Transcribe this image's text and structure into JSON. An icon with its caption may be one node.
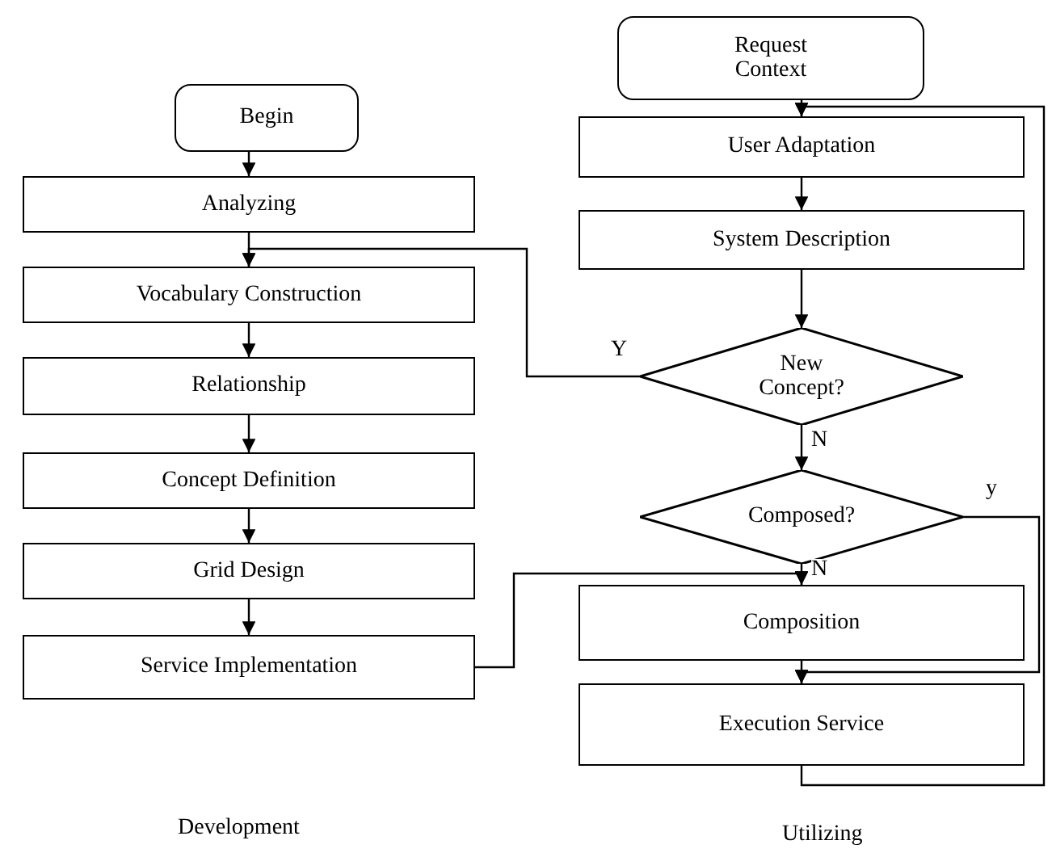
{
  "diagram": {
    "nodes": [
      {
        "text": [
          "Begin"
        ]
      },
      {
        "text": [
          "Analyzing"
        ]
      },
      {
        "text": [
          "Vocabulary Construction"
        ]
      },
      {
        "text": [
          "Relationship"
        ]
      },
      {
        "text": [
          "Concept Definition"
        ]
      },
      {
        "text": [
          "Grid Design"
        ]
      },
      {
        "text": [
          "Service Implementation"
        ]
      },
      {
        "text": [
          "Request Context"
        ]
      },
      {
        "text": [
          "User Adaptation"
        ]
      },
      {
        "text": [
          "System Description"
        ]
      },
      {
        "text": [
          "New Concept?"
        ]
      },
      {
        "text": [
          "Composed?"
        ]
      },
      {
        "text": [
          "Composition"
        ]
      },
      {
        "text": [
          "Execution Service"
        ]
      }
    ],
    "edges": [
      {
        "from": 0,
        "to": 1,
        "arrow": "to"
      },
      {
        "from": 1,
        "to": 2,
        "arrow": "to"
      },
      {
        "from": 2,
        "to": 3,
        "arrow": "to"
      },
      {
        "from": 3,
        "to": 4,
        "arrow": "to"
      },
      {
        "from": 4,
        "to": 5,
        "arrow": "to"
      },
      {
        "from": 5,
        "to": 6,
        "arrow": "to"
      },
      {
        "from": 7,
        "to": 8,
        "arrow": "to"
      },
      {
        "from": 8,
        "to": 9,
        "arrow": "to"
      },
      {
        "from": 9,
        "to": 10,
        "arrow": "to"
      },
      {
        "from": 10,
        "to": 2,
        "arrow": "to",
        "label": "Y"
      },
      {
        "from": 10,
        "to": 11,
        "arrow": "to",
        "label": "N"
      },
      {
        "from": 11,
        "to": 12,
        "arrow": "to",
        "label": "N"
      },
      {
        "from": 11,
        "to": 13,
        "arrow": "to",
        "label": "y"
      },
      {
        "from": 12,
        "to": 13,
        "arrow": "to"
      },
      {
        "from": 6,
        "to": 12,
        "arrow": "to"
      },
      {
        "from": 13,
        "to": 8,
        "arrow": "to"
      }
    ],
    "labels": [
      "Development",
      "Utilizing"
    ]
  }
}
